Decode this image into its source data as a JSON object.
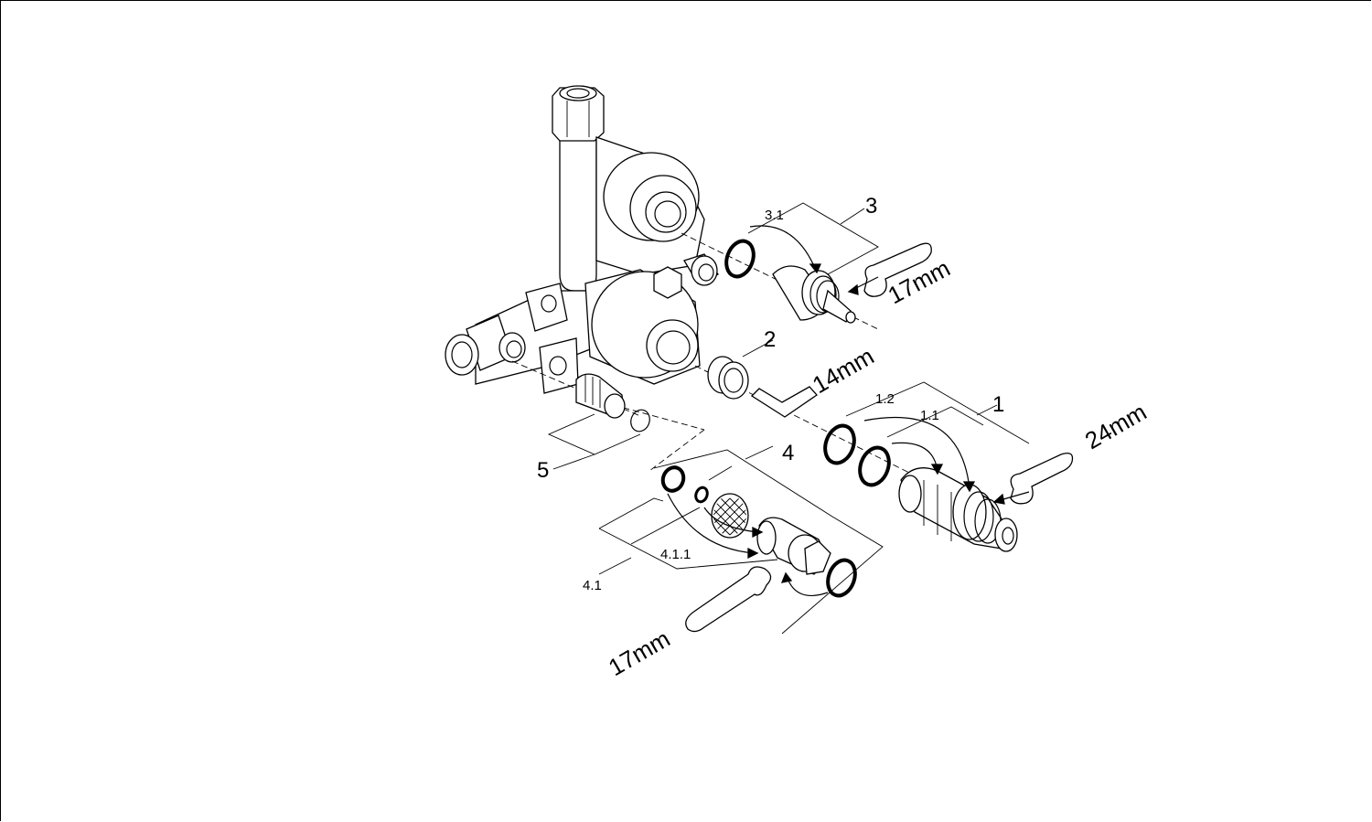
{
  "labels": {
    "part_1": "1",
    "part_1_1": "1.1",
    "part_1_2": "1.2",
    "part_2": "2",
    "part_3": "3",
    "part_3_1": "3.1",
    "part_4": "4",
    "part_4_1": "4.1",
    "part_4_1_1": "4.1.1",
    "part_5": "5"
  },
  "tools": {
    "wrench_top": "17mm",
    "hex_key": "14mm",
    "wrench_right": "24mm",
    "wrench_bottom": "17mm"
  }
}
